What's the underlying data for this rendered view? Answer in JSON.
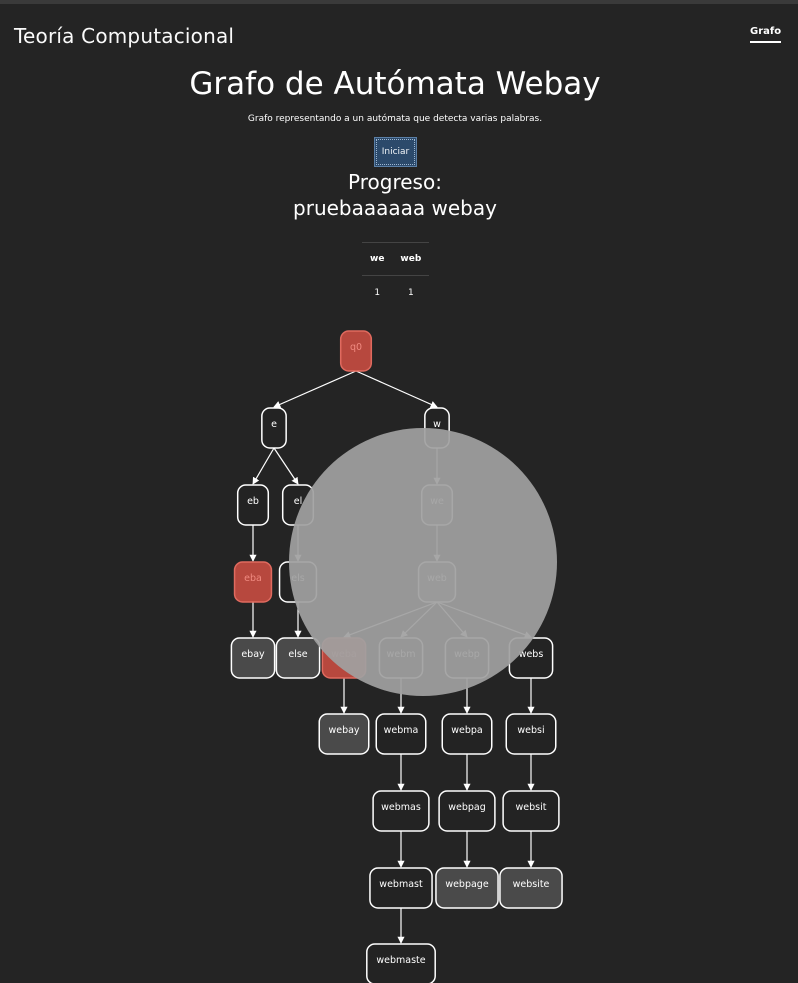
{
  "navbar": {
    "brand": "Teoría Computacional",
    "links": [
      {
        "label": "Grafo",
        "active": true
      }
    ]
  },
  "header": {
    "title": "Grafo de Autómata Webay",
    "subtitle": "Grafo representando a un autómata que detecta varias palabras."
  },
  "controls": {
    "start_label": "Iniciar"
  },
  "progress": {
    "label": "Progreso:",
    "input_text": "pruebaaaaaa webay"
  },
  "counts_table": {
    "headers": [
      "we",
      "web"
    ],
    "values": [
      "1",
      "1"
    ]
  },
  "colors": {
    "background": "#242424",
    "node_default": "#232323",
    "node_visited": "#4a4a4a",
    "node_active": "#b7483e",
    "edge": "#ffffff",
    "overlay": "#a0a0a0"
  },
  "graph": {
    "nodes": [
      {
        "id": "q0",
        "state": "active"
      },
      {
        "id": "e",
        "state": "default"
      },
      {
        "id": "w",
        "state": "default"
      },
      {
        "id": "eb",
        "state": "default"
      },
      {
        "id": "el",
        "state": "default"
      },
      {
        "id": "we",
        "state": "visited"
      },
      {
        "id": "eba",
        "state": "active"
      },
      {
        "id": "els",
        "state": "default"
      },
      {
        "id": "web",
        "state": "visited"
      },
      {
        "id": "ebay",
        "state": "visited"
      },
      {
        "id": "else",
        "state": "visited"
      },
      {
        "id": "weba",
        "state": "active"
      },
      {
        "id": "webm",
        "state": "default"
      },
      {
        "id": "webp",
        "state": "default"
      },
      {
        "id": "webs",
        "state": "default"
      },
      {
        "id": "webay",
        "state": "visited"
      },
      {
        "id": "webma",
        "state": "default"
      },
      {
        "id": "webpa",
        "state": "default"
      },
      {
        "id": "websi",
        "state": "default"
      },
      {
        "id": "webmas",
        "state": "default"
      },
      {
        "id": "webpag",
        "state": "default"
      },
      {
        "id": "websit",
        "state": "default"
      },
      {
        "id": "webmast",
        "state": "default"
      },
      {
        "id": "webpage",
        "state": "visited"
      },
      {
        "id": "website",
        "state": "visited"
      },
      {
        "id": "webmaste",
        "state": "default"
      }
    ],
    "edges": [
      [
        "q0",
        "e"
      ],
      [
        "q0",
        "w"
      ],
      [
        "e",
        "eb"
      ],
      [
        "e",
        "el"
      ],
      [
        "w",
        "we"
      ],
      [
        "eb",
        "eba"
      ],
      [
        "el",
        "els"
      ],
      [
        "we",
        "web"
      ],
      [
        "eba",
        "ebay"
      ],
      [
        "els",
        "else"
      ],
      [
        "web",
        "weba"
      ],
      [
        "web",
        "webm"
      ],
      [
        "web",
        "webp"
      ],
      [
        "web",
        "webs"
      ],
      [
        "weba",
        "webay"
      ],
      [
        "webm",
        "webma"
      ],
      [
        "webp",
        "webpa"
      ],
      [
        "webs",
        "websi"
      ],
      [
        "webma",
        "webmas"
      ],
      [
        "webpa",
        "webpag"
      ],
      [
        "websi",
        "websit"
      ],
      [
        "webmas",
        "webmast"
      ],
      [
        "webpag",
        "webpage"
      ],
      [
        "websit",
        "website"
      ],
      [
        "webmast",
        "webmaste"
      ]
    ]
  }
}
